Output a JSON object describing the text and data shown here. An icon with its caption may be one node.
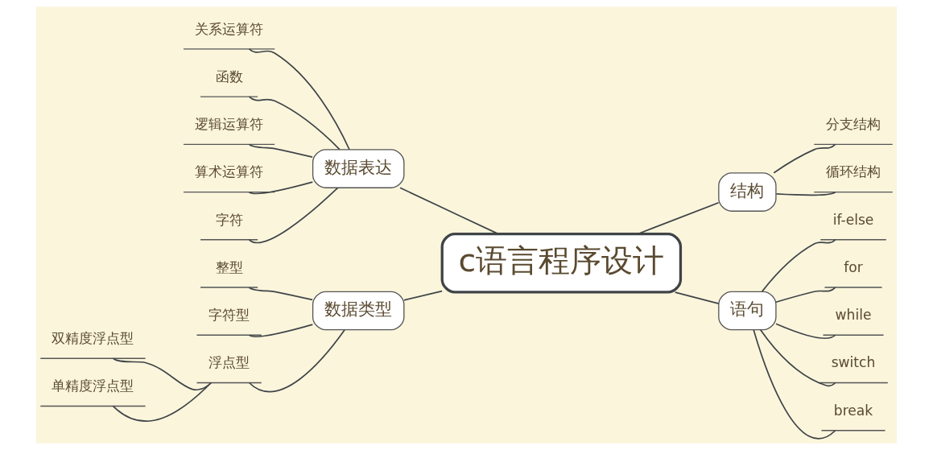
{
  "diagram": {
    "nodes": [
      {
        "text": [
          "c语言程序设计"
        ]
      },
      {
        "text": [
          "数据表达"
        ]
      },
      {
        "text": [
          "关系运算符"
        ]
      },
      {
        "text": [
          "函数"
        ]
      },
      {
        "text": [
          "逻辑运算符"
        ]
      },
      {
        "text": [
          "算术运算符"
        ]
      },
      {
        "text": [
          "字符"
        ]
      },
      {
        "text": [
          "数据类型"
        ]
      },
      {
        "text": [
          "整型"
        ]
      },
      {
        "text": [
          "字符型"
        ]
      },
      {
        "text": [
          "浮点型"
        ]
      },
      {
        "text": [
          "双精度浮点型"
        ]
      },
      {
        "text": [
          "单精度浮点型"
        ]
      },
      {
        "text": [
          "结构"
        ]
      },
      {
        "text": [
          "分支结构"
        ]
      },
      {
        "text": [
          "循环结构"
        ]
      },
      {
        "text": [
          "语句"
        ]
      },
      {
        "text": [
          "if-else"
        ]
      },
      {
        "text": [
          "for"
        ]
      },
      {
        "text": [
          "while"
        ]
      },
      {
        "text": [
          "switch"
        ]
      },
      {
        "text": [
          "break"
        ]
      }
    ],
    "edges": [
      {
        "from": 1,
        "to": 0,
        "arrow": "none"
      },
      {
        "from": 2,
        "to": 1,
        "arrow": "none"
      },
      {
        "from": 3,
        "to": 1,
        "arrow": "none"
      },
      {
        "from": 4,
        "to": 1,
        "arrow": "none"
      },
      {
        "from": 5,
        "to": 1,
        "arrow": "none"
      },
      {
        "from": 6,
        "to": 1,
        "arrow": "none"
      },
      {
        "from": 7,
        "to": 0,
        "arrow": "none"
      },
      {
        "from": 8,
        "to": 7,
        "arrow": "none"
      },
      {
        "from": 9,
        "to": 7,
        "arrow": "none"
      },
      {
        "from": 10,
        "to": 7,
        "arrow": "none"
      },
      {
        "from": 11,
        "to": 10,
        "arrow": "none"
      },
      {
        "from": 12,
        "to": 10,
        "arrow": "none"
      },
      {
        "from": 0,
        "to": 13,
        "arrow": "none"
      },
      {
        "from": 13,
        "to": 14,
        "arrow": "none"
      },
      {
        "from": 13,
        "to": 15,
        "arrow": "none"
      },
      {
        "from": 0,
        "to": 16,
        "arrow": "none"
      },
      {
        "from": 16,
        "to": 17,
        "arrow": "none"
      },
      {
        "from": 16,
        "to": 18,
        "arrow": "none"
      },
      {
        "from": 16,
        "to": 19,
        "arrow": "none"
      },
      {
        "from": 16,
        "to": 20,
        "arrow": "none"
      },
      {
        "from": 16,
        "to": 21,
        "arrow": "none"
      }
    ]
  }
}
